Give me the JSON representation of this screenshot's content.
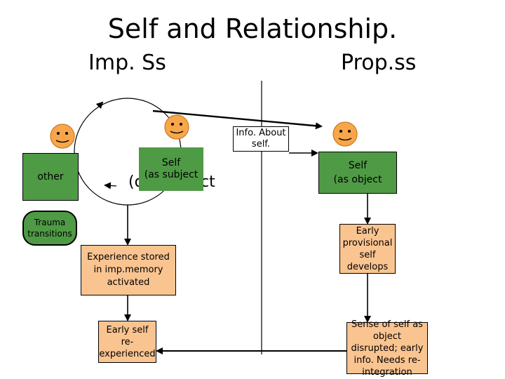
{
  "title": "Self and Relationship.",
  "columns": {
    "left": "Imp. Ss",
    "right": "Prop.ss"
  },
  "boxes": {
    "other": "other",
    "trauma": "Trauma transitions",
    "self_subject": "Self\n(as subject",
    "behind_text": "(obj",
    "behind_text_tail": "ct",
    "experience": "Experience stored in imp.memory activated",
    "early_self": "Early self re-experienced",
    "info_about_self": "Info. About self.",
    "self_object": "Self\n(as object",
    "early_provisional": "Early provisional self develops",
    "sense_disrupted": "Sense of self as object disrupted; early info. Needs re-integration"
  },
  "colors": {
    "green": "#4f9a45",
    "peach": "#fac491",
    "face_fill": "#f7a64a",
    "face_stroke": "#c97a20"
  },
  "icons": [
    "smiley-face-icon",
    "smiley-face-icon",
    "smiley-face-icon"
  ]
}
